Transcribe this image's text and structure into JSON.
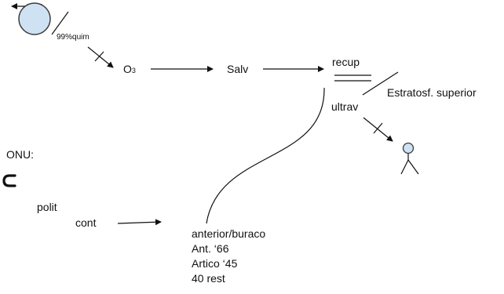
{
  "diagram": {
    "percent_label": "99%quim",
    "ozone": {
      "base": "O",
      "subscript": "3"
    },
    "salv": "Salv",
    "recup": "recup",
    "ultrav": "ultrav",
    "strat": "Estratosf. superior",
    "onu": "ONU:",
    "polit": "polit",
    "cont": "cont",
    "notes": [
      "anterior/buraco",
      "Ant. ‘66",
      "Artico ‘45",
      "40 rest"
    ]
  },
  "colors": {
    "ink": "#111111",
    "sun_fill": "#cfe2f3",
    "sun_stroke": "#3c3c3c",
    "person_fill": "#cfe2f3"
  },
  "icons": {
    "sun": "circle",
    "person": "stick-figure",
    "subset": "subset-symbol"
  }
}
